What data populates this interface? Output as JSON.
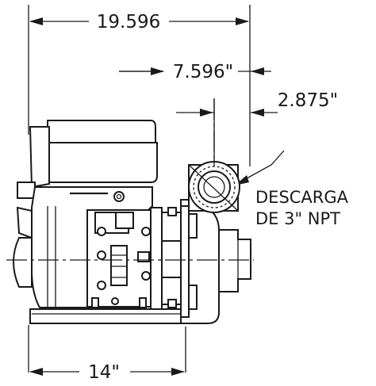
{
  "dimensions": {
    "overall_length": "19.596",
    "discharge_offset": "7.596\"",
    "discharge_radius": "2.875\"",
    "base_length": "14\""
  },
  "callout": {
    "line1": "DESCARGA",
    "line2": "DE 3\" NPT"
  }
}
